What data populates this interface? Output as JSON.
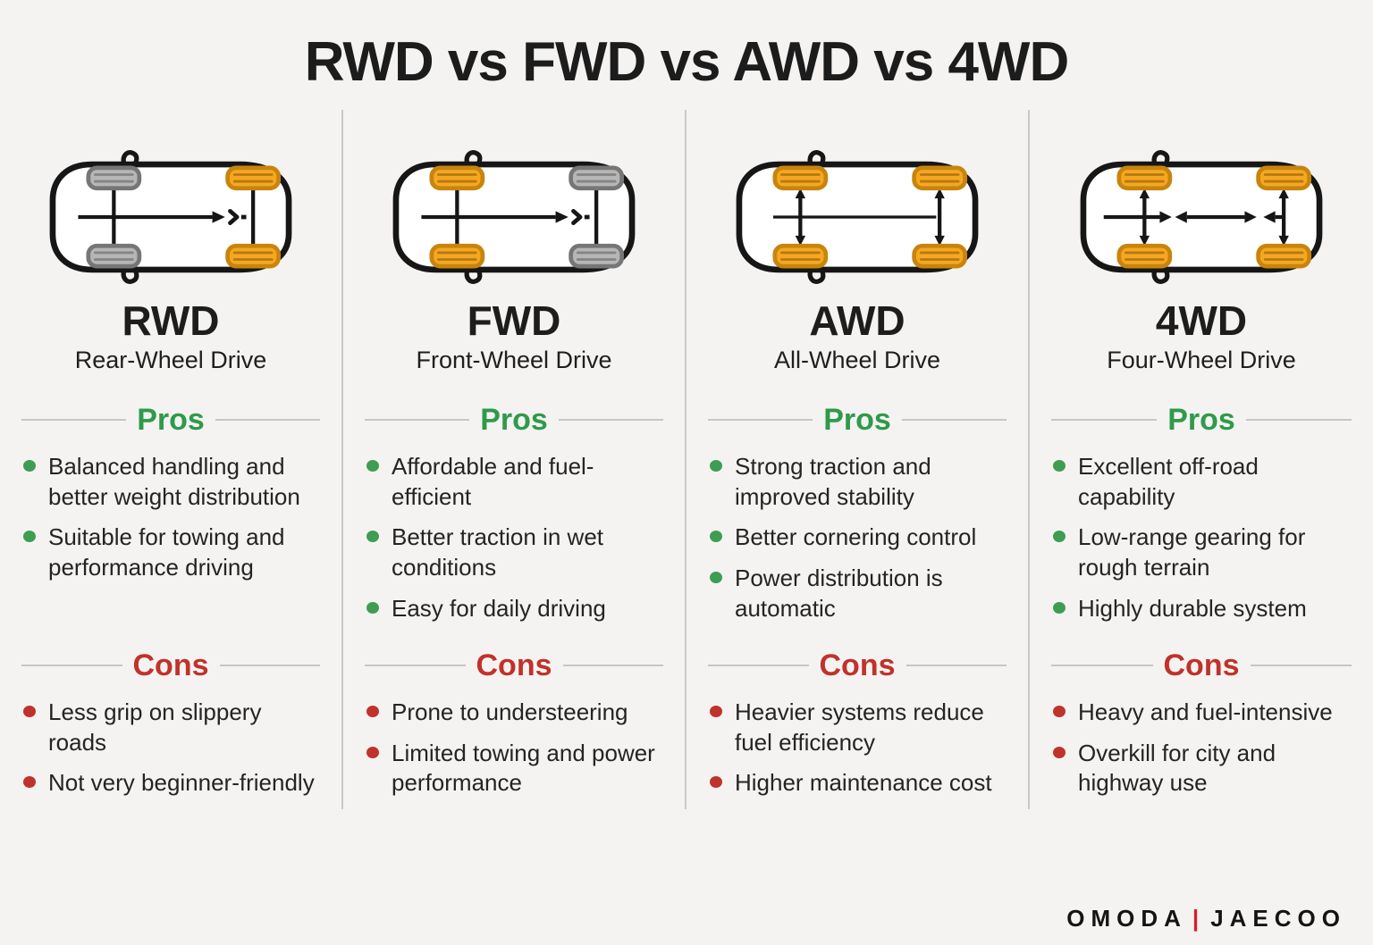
{
  "title": "RWD vs FWD vs AWD vs 4WD",
  "colors": {
    "pros_green": "#2f9a4b",
    "cons_red": "#c0322a",
    "driven_wheel_orange": "#f7a71f",
    "free_wheel_gray": "#b6b6b6",
    "logo_separator_red": "#d51f30"
  },
  "columns": [
    {
      "abbr": "RWD",
      "full_name": "Rear-Wheel Drive",
      "pros_label": "Pros",
      "cons_label": "Cons",
      "pros": [
        "Balanced handling and better weight distribution",
        "Suitable for towing and performance driving"
      ],
      "cons": [
        "Less grip on slippery roads",
        "Not very beginner-friendly"
      ],
      "diagram": {
        "driven_wheels": "rear",
        "front_wheel_class": "wheel-free",
        "rear_wheel_class": "wheel-driven"
      }
    },
    {
      "abbr": "FWD",
      "full_name": "Front-Wheel Drive",
      "pros_label": "Pros",
      "cons_label": "Cons",
      "pros": [
        "Affordable and fuel-efficient",
        "Better traction in wet conditions",
        "Easy for daily driving"
      ],
      "cons": [
        "Prone to understeering",
        "Limited towing and power performance"
      ],
      "diagram": {
        "driven_wheels": "front",
        "front_wheel_class": "wheel-driven",
        "rear_wheel_class": "wheel-free"
      }
    },
    {
      "abbr": "AWD",
      "full_name": "All-Wheel Drive",
      "pros_label": "Pros",
      "cons_label": "Cons",
      "pros": [
        "Strong traction and improved stability",
        "Better cornering control",
        "Power distribution is automatic"
      ],
      "cons": [
        "Heavier systems reduce fuel efficiency",
        "Higher maintenance cost"
      ],
      "diagram": {
        "driven_wheels": "all",
        "front_wheel_class": "wheel-driven",
        "rear_wheel_class": "wheel-driven"
      }
    },
    {
      "abbr": "4WD",
      "full_name": "Four-Wheel Drive",
      "pros_label": "Pros",
      "cons_label": "Cons",
      "pros": [
        "Excellent off-road capability",
        "Low-range gearing for rough terrain",
        "Highly durable system"
      ],
      "cons": [
        "Heavy and fuel-intensive",
        "Overkill for city and highway use"
      ],
      "diagram": {
        "driven_wheels": "all",
        "front_wheel_class": "wheel-driven",
        "rear_wheel_class": "wheel-driven"
      }
    }
  ],
  "footer": {
    "brand_primary": "OMODA",
    "separator": "|",
    "brand_secondary": "JAECOO"
  }
}
